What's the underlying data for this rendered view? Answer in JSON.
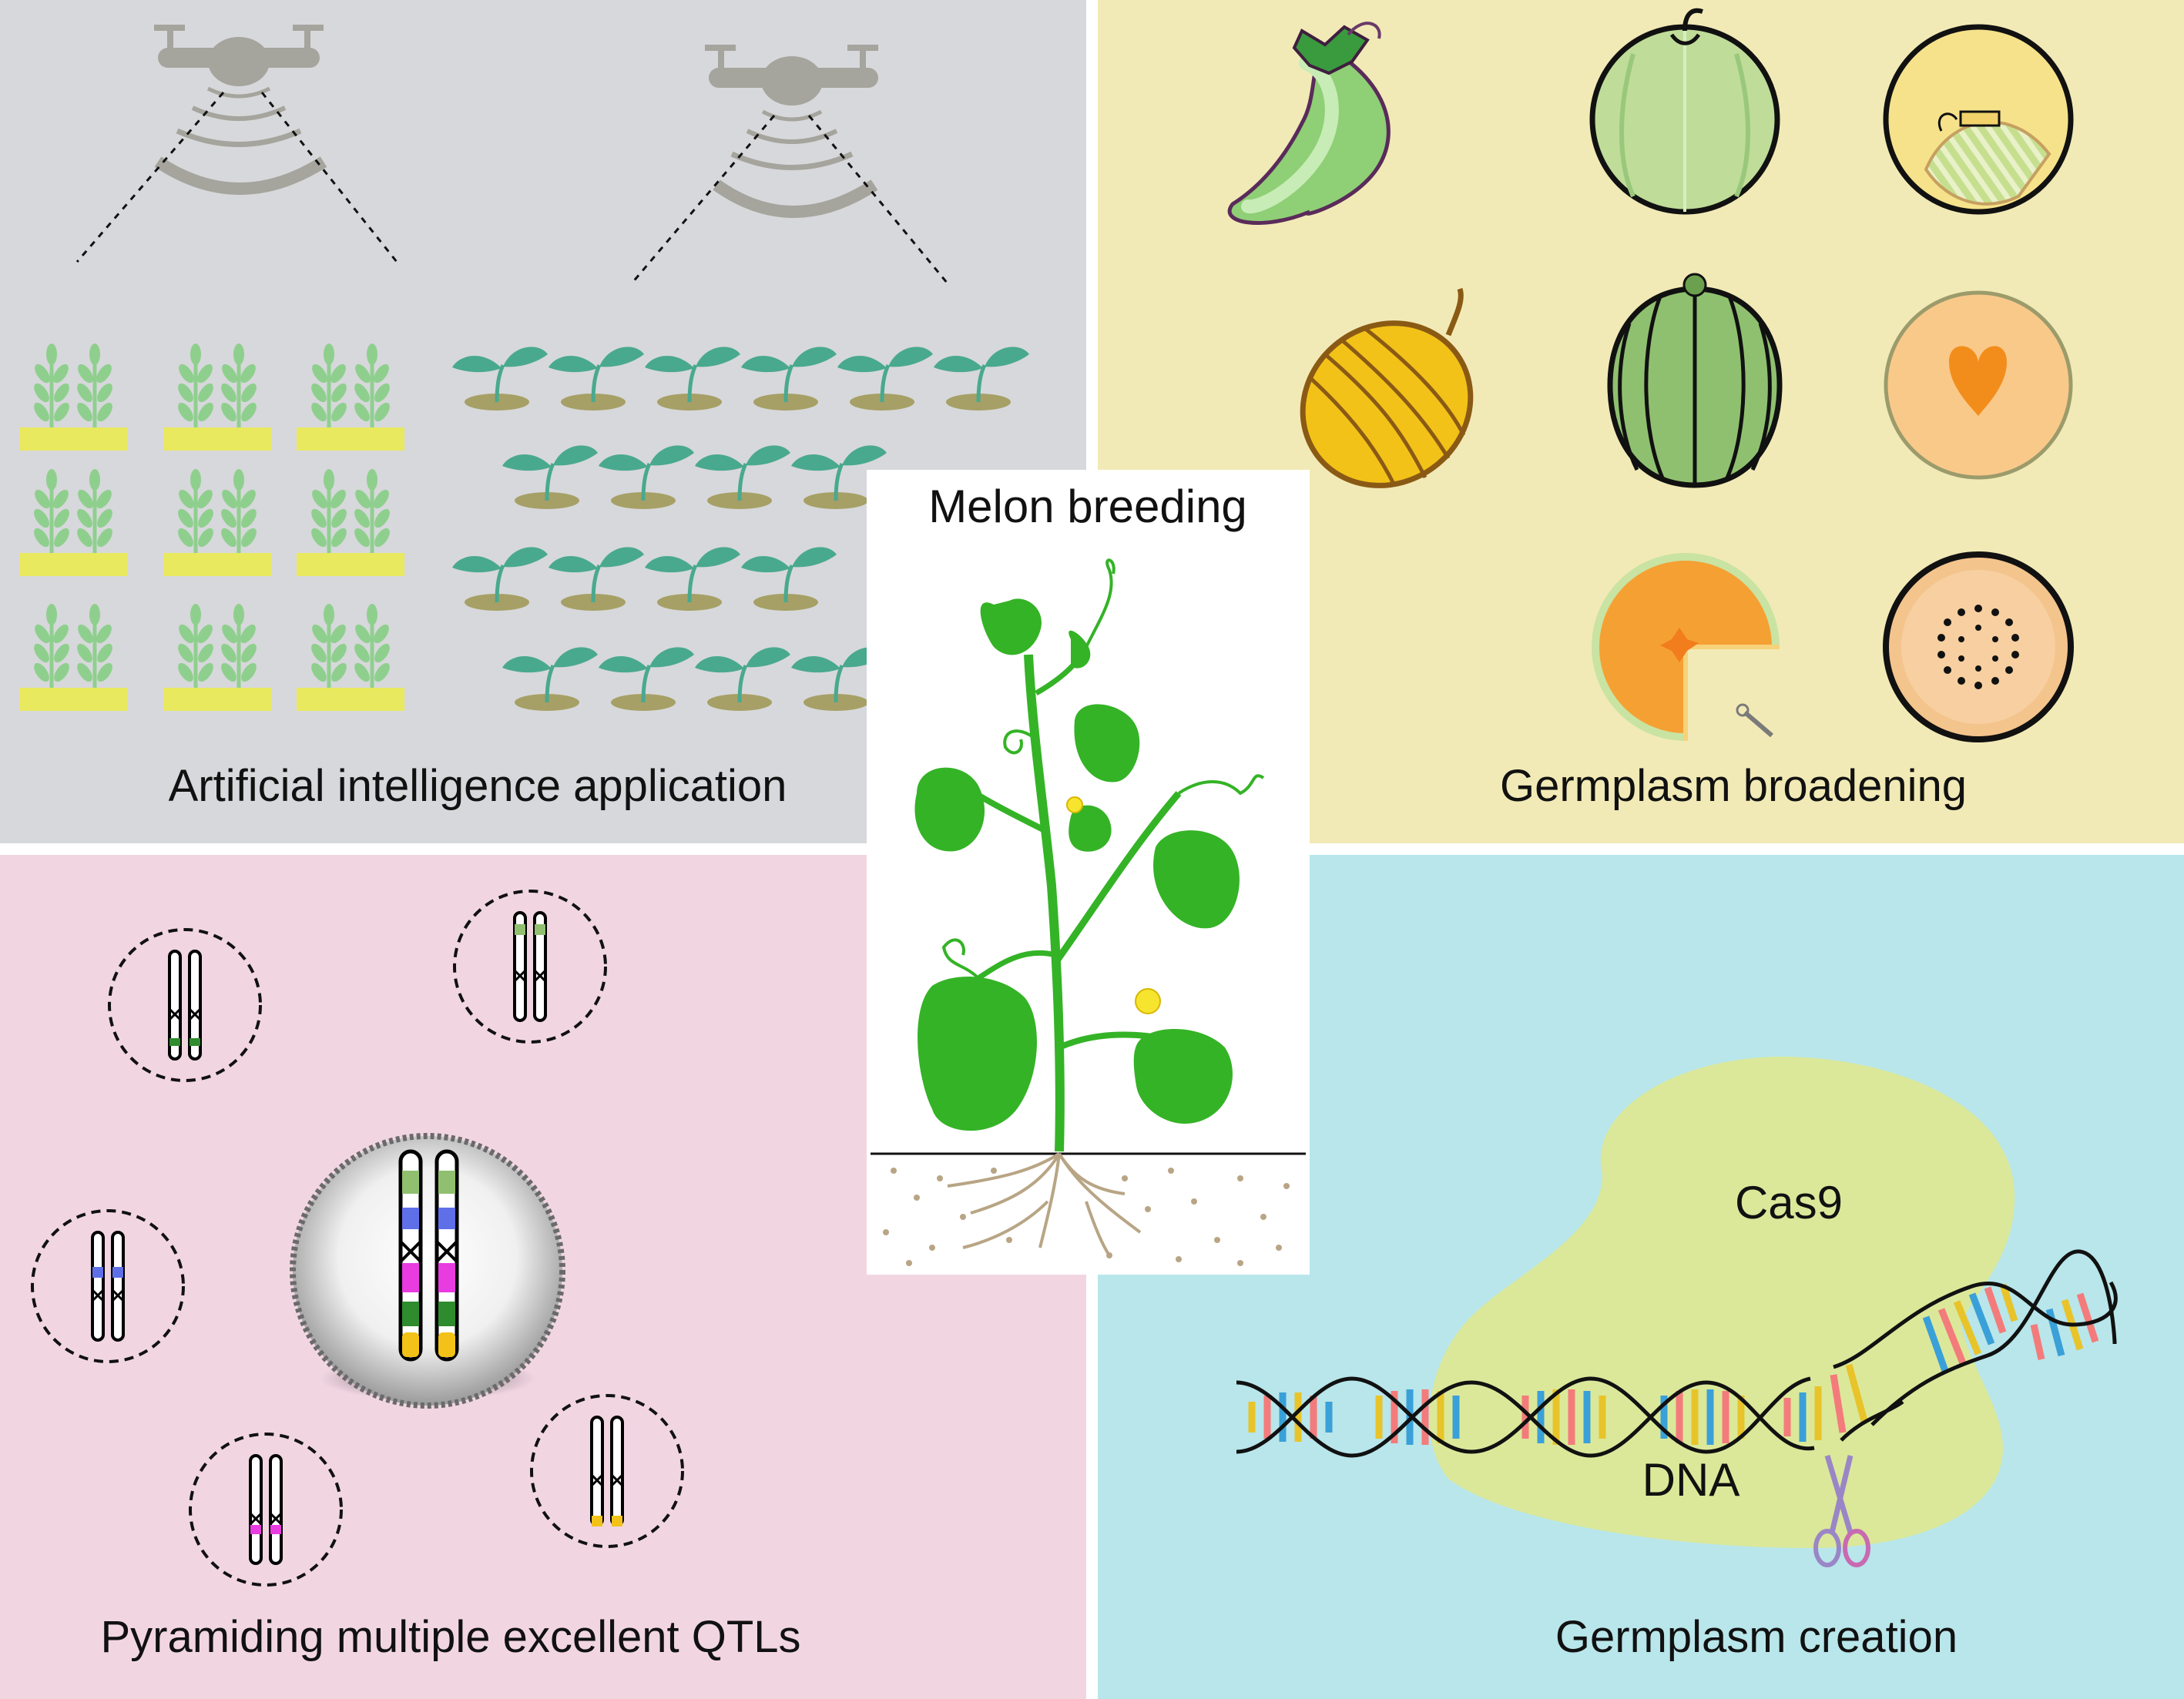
{
  "colors": {
    "quadrant_ai": "#d7d8db",
    "quadrant_germplasm_broadening": "#f2eab6",
    "quadrant_qtl": "#f1d6e2",
    "quadrant_germplasm_creation": "#b8e6ea",
    "center_panel": "#ffffff",
    "drone": "#a5a49d",
    "sprout_green": "#49a98f",
    "soil": "#a6a066",
    "wheat_plant": "#8fcf8e",
    "wheat_bed": "#e8e95f",
    "cas9_blob": "#dbe89a",
    "vine_green": "#34b326"
  },
  "quadrants": {
    "top_left": {
      "label": "Artificial intelligence application"
    },
    "top_right": {
      "label": "Germplasm broadening"
    },
    "bottom_left": {
      "label": "Pyramiding multiple excellent QTLs"
    },
    "bottom_right": {
      "label": "Germplasm creation"
    }
  },
  "center": {
    "title": "Melon breeding"
  },
  "crispr": {
    "protein_label": "Cas9",
    "dna_label": "DNA"
  },
  "icons": {
    "drones": [
      "drone-icon",
      "drone-icon"
    ],
    "fruits": [
      "cucumber-icon",
      "green-melon-icon",
      "cut-melon-icon",
      "yellow-melon-icon",
      "striped-melon-icon",
      "melon-flesh-icon",
      "orange-melon-slice-icon",
      "cantaloupe-section-icon"
    ],
    "tools": [
      "scissors-icon"
    ]
  }
}
